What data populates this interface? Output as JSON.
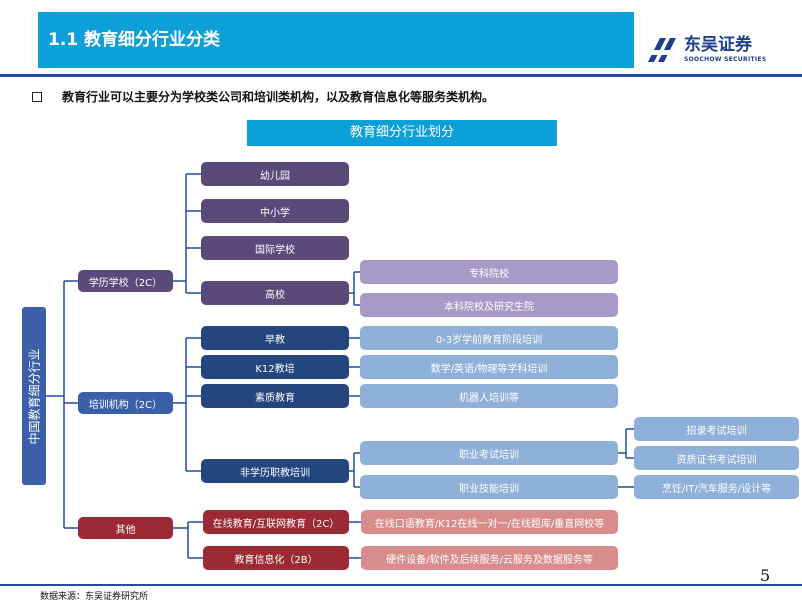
{
  "header": {
    "title": "1.1 教育细分行业分类",
    "logo_cn": "东吴证券",
    "logo_en": "SOOCHOW SECURITIES"
  },
  "bullet": "教育行业可以主要分为学校类公司和培训类机构，以及教育信息化等服务类机构。",
  "diagram": {
    "title": "教育细分行业划分",
    "root": "中国教育细分行业",
    "groups": {
      "school": {
        "label": "学历学校（2C）",
        "items": [
          "幼儿园",
          "中小学",
          "国际学校",
          "高校"
        ],
        "higher_ed": [
          "专科院校",
          "本科院校及研究生院"
        ]
      },
      "training": {
        "label": "培训机构（2C）",
        "items": [
          "早教",
          "K12教培",
          "素质教育",
          "非学历职教培训"
        ],
        "details": [
          "0-3岁学前教育阶段培训",
          "数学/英语/物理等学科培训",
          "机器人培训等"
        ],
        "vocational": [
          "职业考试培训",
          "职业技能培训"
        ],
        "vocational_details": [
          "招录考试培训",
          "资质证书考试培训",
          "烹饪/IT/汽车服务/设计等"
        ]
      },
      "other": {
        "label": "其他",
        "items": [
          "在线教育/互联网教育（2C）",
          "教育信息化（2B）"
        ],
        "details": [
          "在线口语教育/K12在线一对一/在线题库/垂直网校等",
          "硬件设备/软件及后续服务/云服务及数据服务等"
        ]
      }
    }
  },
  "page_number": "5",
  "footer": "数据来源：东吴证券研究所",
  "colors": {
    "accent": "#0d9fd8",
    "brand": "#1f4e9c",
    "purple": "#5a4a7a",
    "navy": "#23467f",
    "red": "#9c2a34"
  }
}
